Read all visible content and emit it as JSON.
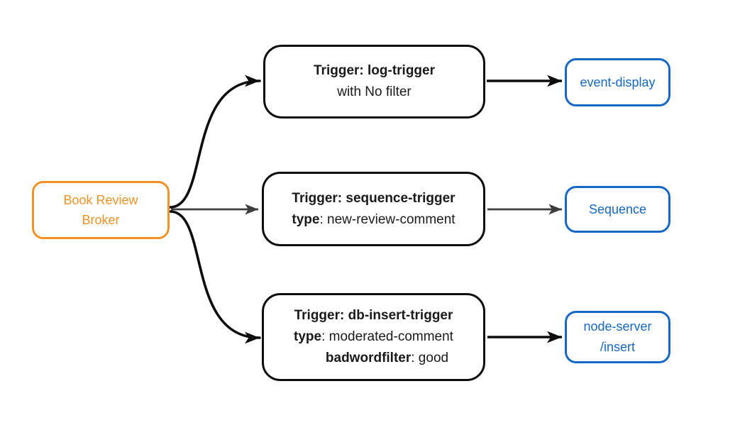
{
  "colors": {
    "background": "#ffffff",
    "orange": "#F09226",
    "blue": "#1668C4",
    "node_border_black": "#0d0d0d",
    "text_dark": "#1a1a1a",
    "arrow_black": "#0d0d0d",
    "arrow_gray": "#3d3d3d"
  },
  "broker": {
    "line1": "Book Review",
    "line2": "Broker"
  },
  "triggers": [
    {
      "rows": [
        {
          "k": "Trigger: log-trigger",
          "v": ""
        },
        {
          "k": "",
          "v": "with No filter"
        }
      ]
    },
    {
      "rows": [
        {
          "k": "Trigger: sequence-trigger",
          "v": ""
        },
        {
          "k": "type",
          "v": ": new-review-comment"
        }
      ]
    },
    {
      "rows": [
        {
          "k": "Trigger: db-insert-trigger",
          "v": ""
        },
        {
          "k": "type",
          "v": ": moderated-comment"
        },
        {
          "k": "badwordfilter",
          "v": ": good"
        }
      ]
    }
  ],
  "sinks": [
    {
      "line1": "event-display",
      "line2": ""
    },
    {
      "line1": "Sequence",
      "line2": ""
    },
    {
      "line1": "node-server",
      "line2": "/insert"
    }
  ]
}
